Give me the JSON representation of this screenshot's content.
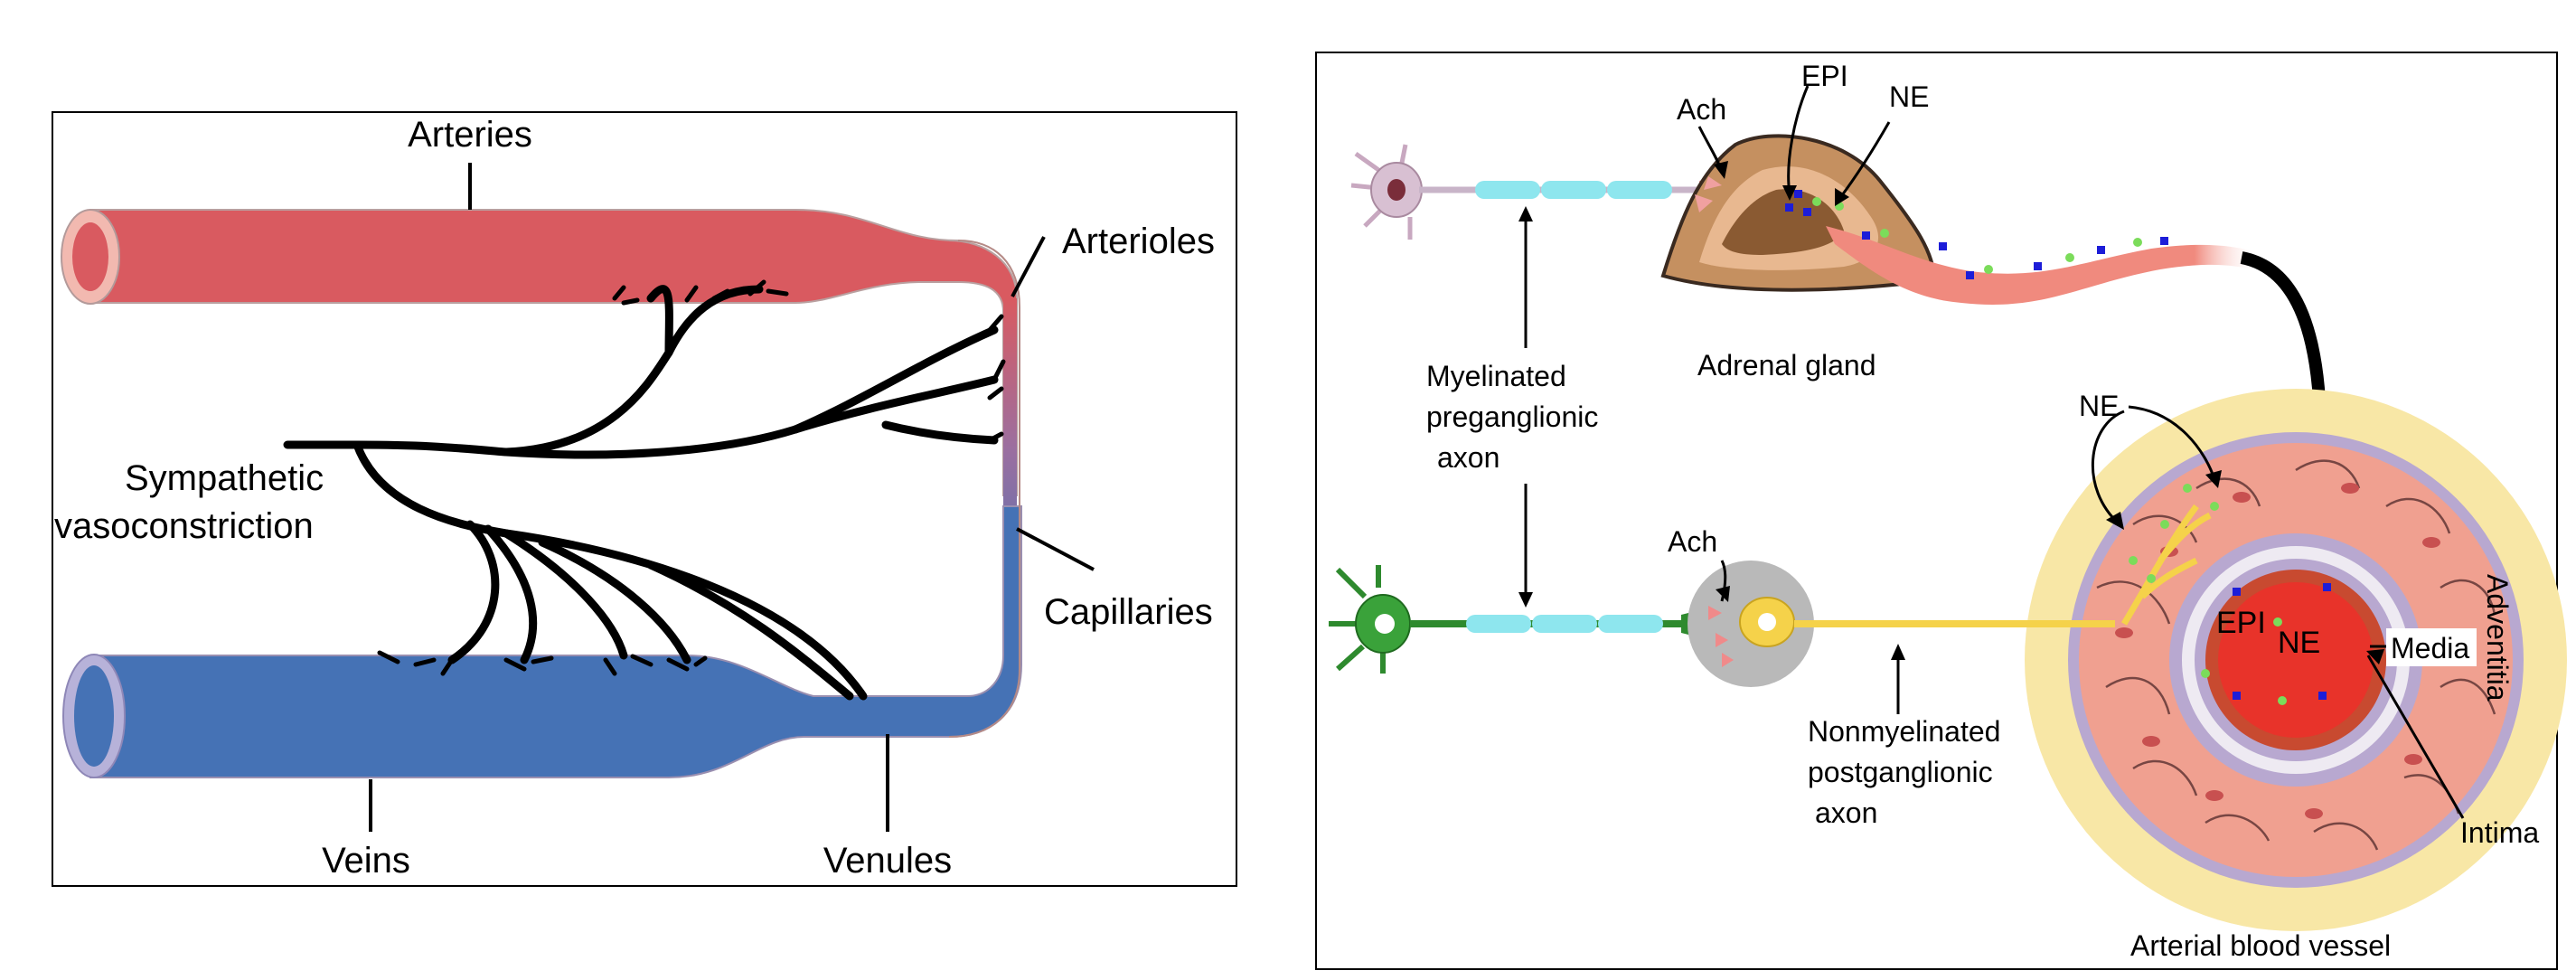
{
  "left_panel": {
    "arteries": "Arteries",
    "arterioles": "Arterioles",
    "sympathetic_line1": "Sympathetic",
    "sympathetic_line2": "vasoconstriction",
    "capillaries": "Capillaries",
    "veins": "Veins",
    "venules": "Venules",
    "colors": {
      "artery": "#d95a60",
      "vein": "#4572b5",
      "nerve": "#000000",
      "capillary_mid": "#9b6fa0"
    }
  },
  "right_panel": {
    "ach_top": "Ach",
    "epi_top": "EPI",
    "ne_top": "NE",
    "adrenal_gland": "Adrenal gland",
    "myelinated_line1": "Myelinated",
    "myelinated_line2": "preganglionic",
    "myelinated_line3": "axon",
    "ne_vessel": "NE",
    "ach_bottom": "Ach",
    "epi_lumen": "EPI",
    "ne_lumen": "NE",
    "media": "Media",
    "adventitia": "Adventitia",
    "nonmyelinated_line1": "Nonmyelinated",
    "nonmyelinated_line2": "postganglionic",
    "nonmyelinated_line3": "axon",
    "intima": "Intima",
    "arterial_vessel": "Arterial blood vessel",
    "colors": {
      "adventitia": "#f8e7a6",
      "media": "#f0a090",
      "lumen": "#e8332a",
      "myelin": "#8ee6ee",
      "post_neuron": "#f5d24a",
      "pre_neuron": "#2e8a2e",
      "epi_dot": "#1d1dd8",
      "ne_dot": "#7bdc5a"
    }
  }
}
